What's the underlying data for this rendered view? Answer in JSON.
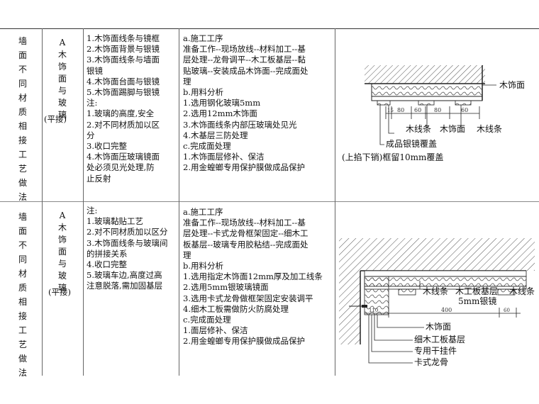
{
  "row1": {
    "category": [
      "墙",
      "面",
      "不",
      "同",
      "材",
      "质",
      "相",
      "接",
      "工",
      "艺",
      "做",
      "法"
    ],
    "subcategory": [
      "A",
      "木",
      "饰",
      "面",
      "与",
      "玻",
      "璃"
    ],
    "subnote": "(平接)",
    "items": [
      "1.木饰面线条与镜框",
      "2.木饰面背景与银镜",
      "3.木饰面线条与墙面",
      "银镜",
      "4.木饰面台面与银镜",
      "5.木饰面踢脚与银镜",
      "注:",
      "1.玻璃的高度,安全",
      "2.对不同材质加以区",
      "分",
      "3.收口完整",
      "4.木饰面压玻璃镜面",
      "处必须见光处理,防",
      "止反射"
    ],
    "process": [
      "a.施工工序",
      "准备工作--现场放线--材料加工--基",
      "层处理--龙骨调平--木工板基层--黏",
      "贴玻璃--安装成品木饰面--完成面处",
      "理",
      "b.用料分析",
      "1.选用钢化玻璃5mm",
      "2.选用12mm木饰面",
      "3.木饰面线条内部压玻璃处见光",
      "4.木基层三防处理",
      "c.完成面处理",
      "1.木饰面层修补、保洁",
      "2.用金蝗螂专用保护膜做成品保护"
    ],
    "diagram": {
      "label_top": "木饰面",
      "dims": [
        "15",
        "80",
        "60",
        "80",
        "60"
      ],
      "label_row": [
        "木线条",
        "木饰面",
        "木线条"
      ],
      "label_cap": "成品银镜覆盖",
      "label_note": "(上掐下销)框留10mm覆盖"
    }
  },
  "row2": {
    "category": [
      "墙",
      "面",
      "不",
      "同",
      "材",
      "质",
      "相",
      "接",
      "工",
      "艺",
      "做",
      "法"
    ],
    "subcategory": [
      "A",
      "木",
      "饰",
      "面",
      "与",
      "玻",
      "璃"
    ],
    "subnote": "(平接)",
    "items": [
      "注:",
      "1.玻璃黏贴工艺",
      "2.对不同材质加以区分",
      "3.木饰面线条与玻璃间",
      "的拼接关系",
      "4.收口完整",
      "5.玻璃车边,高度过高",
      "注意脱落,需加固基层"
    ],
    "process": [
      "a.施工工序",
      "准备工作--现场放线--材料加工--基",
      "层处理--卡式龙骨框架固定--细木工",
      "板基层--玻璃专用胶粘结--完成面处",
      "理",
      "b.用料分析",
      "1.选用指定木饰面12mm厚及加工线条",
      "2.选用5mm银玻璃镜面",
      "3.选用卡式龙骨做框架固定安装调平",
      "4.细木工板需做防火防腐处理",
      "c.完成面处理",
      "1.面层修补、保洁",
      "2.用金蝗螂专用保护膜做成品保护"
    ],
    "diagram": {
      "labels_mid": [
        "木线条",
        "木工板基层",
        "木线条"
      ],
      "label_mirror": "5mm银镜",
      "dims": [
        "110",
        "400",
        "60"
      ],
      "legend": [
        "木饰面",
        "细木工板基层",
        "专用干挂件",
        "卡式龙骨"
      ]
    }
  }
}
